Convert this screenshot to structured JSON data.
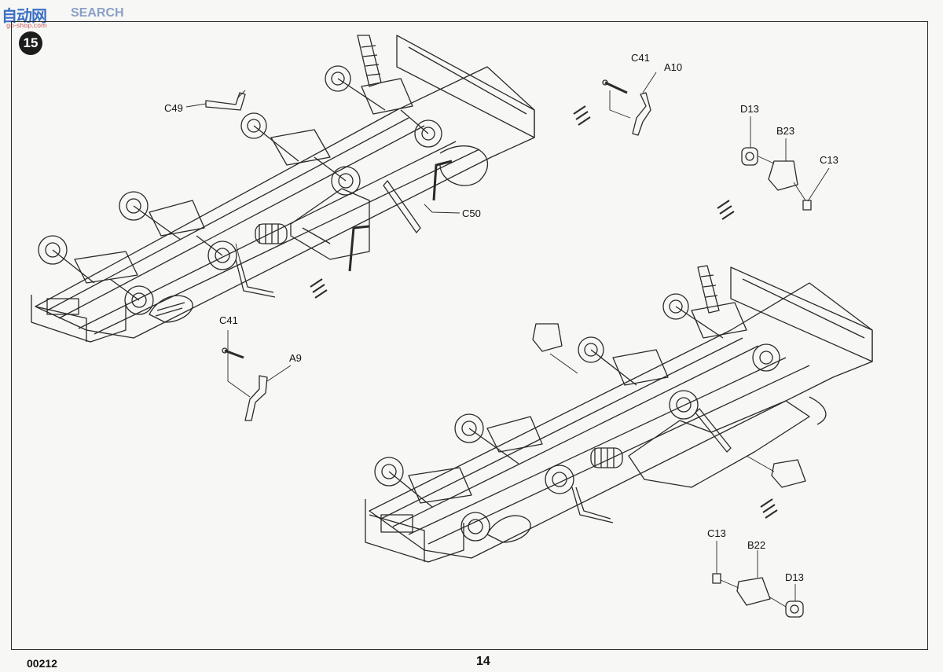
{
  "watermark": {
    "logo": "自动网",
    "text": "SEARCH",
    "url": "go-shop.com"
  },
  "step": {
    "number": "15"
  },
  "parts": {
    "c49": "C49",
    "c50": "C50",
    "c41_top": "C41",
    "a10": "A10",
    "d13_top": "D13",
    "b23": "B23",
    "c13_top": "C13",
    "c41_left": "C41",
    "a9": "A9",
    "c13_bottom": "C13",
    "b22": "B22",
    "d13_bottom": "D13"
  },
  "footer": {
    "kit_code": "00212",
    "page_number": "14"
  },
  "colors": {
    "line": "#2a2a2a",
    "paper": "#f7f7f5",
    "badge": "#1c1c1c"
  }
}
